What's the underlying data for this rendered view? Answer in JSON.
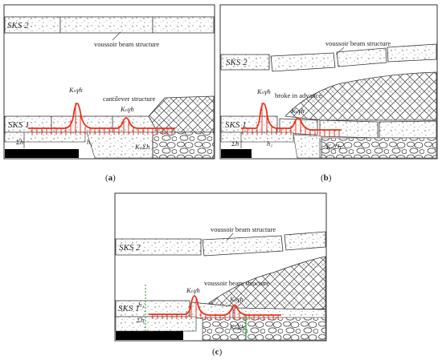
{
  "panels": {
    "a": {
      "caption_open": "(",
      "caption_letter": "a",
      "caption_close": ")",
      "stratum_upper": "SKS 2",
      "stratum_lower": "SKS 1",
      "label_voussoir": "voussoir beam structure",
      "label_cantilever": "cantilever structure",
      "label_peak1": "Kₙγh",
      "label_peak2": "Kₙγh",
      "label_sumh": "Σh",
      "label_ksumh": "KₙΣh",
      "label_h1": "h₁"
    },
    "b": {
      "caption_open": "(",
      "caption_letter": "b",
      "caption_close": ")",
      "stratum_upper": "SKS 2",
      "stratum_lower": "SKS 1",
      "label_voussoir": "voussoir beam structure",
      "label_broke": "broke in advance",
      "label_peak1": "Kₙγh",
      "label_peak2": "Kₙγh",
      "label_sumh": "Σh",
      "label_ksumh": "KₙΣh",
      "label_h1": "h₁"
    },
    "c": {
      "caption_open": "(",
      "caption_letter": "c",
      "caption_close": ")",
      "stratum_upper": "SKS 2",
      "stratum_lower": "SKS 1",
      "label_voussoir": "voussoir beam structure",
      "label_voussoir_lower": "voussoir beam structure",
      "label_peak1": "Kₙγh",
      "label_peak2": "Kₙγh",
      "label_sumh": "Σh",
      "label_ksumh": "KₙΣh",
      "label_h1": "h₁"
    }
  },
  "colors": {
    "stress_curve": "#e8321e",
    "frame": "#333333",
    "coal_seam": "#000000",
    "support_line": "#1a9a3a"
  }
}
